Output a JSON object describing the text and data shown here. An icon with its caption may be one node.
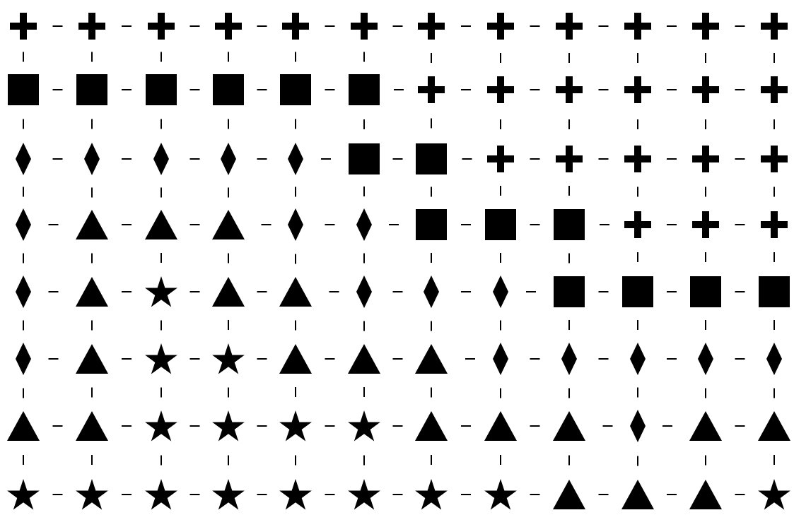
{
  "diagram": {
    "nodes": [
      {
        "text": [],
        "shape": "cross"
      },
      {
        "text": [],
        "shape": "cross"
      },
      {
        "text": [],
        "shape": "cross"
      },
      {
        "text": [],
        "shape": "cross"
      },
      {
        "text": [],
        "shape": "cross"
      },
      {
        "text": [],
        "shape": "cross"
      },
      {
        "text": [],
        "shape": "cross"
      },
      {
        "text": [],
        "shape": "cross"
      },
      {
        "text": [],
        "shape": "cross"
      },
      {
        "text": [],
        "shape": "cross"
      },
      {
        "text": [],
        "shape": "cross"
      },
      {
        "text": [],
        "shape": "cross"
      },
      {
        "text": [],
        "shape": "square"
      },
      {
        "text": [],
        "shape": "square"
      },
      {
        "text": [],
        "shape": "square"
      },
      {
        "text": [],
        "shape": "square"
      },
      {
        "text": [],
        "shape": "square"
      },
      {
        "text": [],
        "shape": "square"
      },
      {
        "text": [],
        "shape": "cross"
      },
      {
        "text": [],
        "shape": "cross"
      },
      {
        "text": [],
        "shape": "cross"
      },
      {
        "text": [],
        "shape": "cross"
      },
      {
        "text": [],
        "shape": "cross"
      },
      {
        "text": [],
        "shape": "cross"
      },
      {
        "text": [],
        "shape": "diamond"
      },
      {
        "text": [],
        "shape": "diamond"
      },
      {
        "text": [],
        "shape": "diamond"
      },
      {
        "text": [],
        "shape": "diamond"
      },
      {
        "text": [],
        "shape": "diamond"
      },
      {
        "text": [],
        "shape": "square"
      },
      {
        "text": [],
        "shape": "square"
      },
      {
        "text": [],
        "shape": "cross"
      },
      {
        "text": [],
        "shape": "cross"
      },
      {
        "text": [],
        "shape": "cross"
      },
      {
        "text": [],
        "shape": "cross"
      },
      {
        "text": [],
        "shape": "cross"
      },
      {
        "text": [],
        "shape": "diamond"
      },
      {
        "text": [],
        "shape": "triangle"
      },
      {
        "text": [],
        "shape": "triangle"
      },
      {
        "text": [],
        "shape": "triangle"
      },
      {
        "text": [],
        "shape": "diamond"
      },
      {
        "text": [],
        "shape": "diamond"
      },
      {
        "text": [],
        "shape": "square"
      },
      {
        "text": [],
        "shape": "square"
      },
      {
        "text": [],
        "shape": "square"
      },
      {
        "text": [],
        "shape": "cross"
      },
      {
        "text": [],
        "shape": "cross"
      },
      {
        "text": [],
        "shape": "cross"
      },
      {
        "text": [],
        "shape": "diamond"
      },
      {
        "text": [],
        "shape": "triangle"
      },
      {
        "text": [],
        "shape": "star"
      },
      {
        "text": [],
        "shape": "triangle"
      },
      {
        "text": [],
        "shape": "triangle"
      },
      {
        "text": [],
        "shape": "diamond"
      },
      {
        "text": [],
        "shape": "diamond"
      },
      {
        "text": [],
        "shape": "diamond"
      },
      {
        "text": [],
        "shape": "square"
      },
      {
        "text": [],
        "shape": "square"
      },
      {
        "text": [],
        "shape": "square"
      },
      {
        "text": [],
        "shape": "square"
      },
      {
        "text": [],
        "shape": "diamond"
      },
      {
        "text": [],
        "shape": "triangle"
      },
      {
        "text": [],
        "shape": "star"
      },
      {
        "text": [],
        "shape": "star"
      },
      {
        "text": [],
        "shape": "triangle"
      },
      {
        "text": [],
        "shape": "triangle"
      },
      {
        "text": [],
        "shape": "triangle"
      },
      {
        "text": [],
        "shape": "diamond"
      },
      {
        "text": [],
        "shape": "diamond"
      },
      {
        "text": [],
        "shape": "diamond"
      },
      {
        "text": [],
        "shape": "diamond"
      },
      {
        "text": [],
        "shape": "diamond"
      },
      {
        "text": [],
        "shape": "triangle"
      },
      {
        "text": [],
        "shape": "triangle"
      },
      {
        "text": [],
        "shape": "star"
      },
      {
        "text": [],
        "shape": "star"
      },
      {
        "text": [],
        "shape": "star"
      },
      {
        "text": [],
        "shape": "star"
      },
      {
        "text": [],
        "shape": "triangle"
      },
      {
        "text": [],
        "shape": "triangle"
      },
      {
        "text": [],
        "shape": "triangle"
      },
      {
        "text": [],
        "shape": "diamond"
      },
      {
        "text": [],
        "shape": "triangle"
      },
      {
        "text": [],
        "shape": "triangle"
      },
      {
        "text": [],
        "shape": "star"
      },
      {
        "text": [],
        "shape": "star"
      },
      {
        "text": [],
        "shape": "star"
      },
      {
        "text": [],
        "shape": "star"
      },
      {
        "text": [],
        "shape": "star"
      },
      {
        "text": [],
        "shape": "star"
      },
      {
        "text": [],
        "shape": "star"
      },
      {
        "text": [],
        "shape": "star"
      },
      {
        "text": [],
        "shape": "triangle"
      },
      {
        "text": [],
        "shape": "triangle"
      },
      {
        "text": [],
        "shape": "triangle"
      },
      {
        "text": [],
        "shape": "star"
      }
    ],
    "edges": [
      {
        "from": 0,
        "to": 1,
        "arrow": "none",
        "style": "dashed"
      },
      {
        "from": 1,
        "to": 2,
        "arrow": "none",
        "style": "dashed"
      },
      {
        "from": 2,
        "to": 3,
        "arrow": "none",
        "style": "dashed"
      },
      {
        "from": 3,
        "to": 4,
        "arrow": "none",
        "style": "dashed"
      },
      {
        "from": 4,
        "to": 5,
        "arrow": "none",
        "style": "dashed"
      },
      {
        "from": 5,
        "to": 6,
        "arrow": "none",
        "style": "dashed"
      },
      {
        "from": 6,
        "to": 7,
        "arrow": "none",
        "style": "dashed"
      },
      {
        "from": 7,
        "to": 8,
        "arrow": "none",
        "style": "dashed"
      },
      {
        "from": 8,
        "to": 9,
        "arrow": "none",
        "style": "dashed"
      },
      {
        "from": 9,
        "to": 10,
        "arrow": "none",
        "style": "dashed"
      },
      {
        "from": 10,
        "to": 11,
        "arrow": "none",
        "style": "dashed"
      },
      {
        "from": 12,
        "to": 13,
        "arrow": "none",
        "style": "dashed"
      },
      {
        "from": 13,
        "to": 14,
        "arrow": "none",
        "style": "dashed"
      },
      {
        "from": 14,
        "to": 15,
        "arrow": "none",
        "style": "dashed"
      },
      {
        "from": 15,
        "to": 16,
        "arrow": "none",
        "style": "dashed"
      },
      {
        "from": 16,
        "to": 17,
        "arrow": "none",
        "style": "dashed"
      },
      {
        "from": 17,
        "to": 18,
        "arrow": "none",
        "style": "dashed"
      },
      {
        "from": 18,
        "to": 19,
        "arrow": "none",
        "style": "dashed"
      },
      {
        "from": 19,
        "to": 20,
        "arrow": "none",
        "style": "dashed"
      },
      {
        "from": 20,
        "to": 21,
        "arrow": "none",
        "style": "dashed"
      },
      {
        "from": 21,
        "to": 22,
        "arrow": "none",
        "style": "dashed"
      },
      {
        "from": 22,
        "to": 23,
        "arrow": "none",
        "style": "dashed"
      },
      {
        "from": 24,
        "to": 25,
        "arrow": "none",
        "style": "dashed"
      },
      {
        "from": 25,
        "to": 26,
        "arrow": "none",
        "style": "dashed"
      },
      {
        "from": 26,
        "to": 27,
        "arrow": "none",
        "style": "dashed"
      },
      {
        "from": 27,
        "to": 28,
        "arrow": "none",
        "style": "dashed"
      },
      {
        "from": 28,
        "to": 29,
        "arrow": "none",
        "style": "dashed"
      },
      {
        "from": 29,
        "to": 30,
        "arrow": "none",
        "style": "dashed"
      },
      {
        "from": 30,
        "to": 31,
        "arrow": "none",
        "style": "dashed"
      },
      {
        "from": 31,
        "to": 32,
        "arrow": "none",
        "style": "dashed"
      },
      {
        "from": 32,
        "to": 33,
        "arrow": "none",
        "style": "dashed"
      },
      {
        "from": 33,
        "to": 34,
        "arrow": "none",
        "style": "dashed"
      },
      {
        "from": 34,
        "to": 35,
        "arrow": "none",
        "style": "dashed"
      },
      {
        "from": 36,
        "to": 37,
        "arrow": "none",
        "style": "dashed"
      },
      {
        "from": 37,
        "to": 38,
        "arrow": "none",
        "style": "dashed"
      },
      {
        "from": 38,
        "to": 39,
        "arrow": "none",
        "style": "dashed"
      },
      {
        "from": 39,
        "to": 40,
        "arrow": "none",
        "style": "dashed"
      },
      {
        "from": 40,
        "to": 41,
        "arrow": "none",
        "style": "dashed"
      },
      {
        "from": 41,
        "to": 42,
        "arrow": "none",
        "style": "dashed"
      },
      {
        "from": 42,
        "to": 43,
        "arrow": "none",
        "style": "dashed"
      },
      {
        "from": 43,
        "to": 44,
        "arrow": "none",
        "style": "dashed"
      },
      {
        "from": 44,
        "to": 45,
        "arrow": "none",
        "style": "dashed"
      },
      {
        "from": 45,
        "to": 46,
        "arrow": "none",
        "style": "dashed"
      },
      {
        "from": 46,
        "to": 47,
        "arrow": "none",
        "style": "dashed"
      },
      {
        "from": 48,
        "to": 49,
        "arrow": "none",
        "style": "dashed"
      },
      {
        "from": 49,
        "to": 50,
        "arrow": "none",
        "style": "dashed"
      },
      {
        "from": 50,
        "to": 51,
        "arrow": "none",
        "style": "dashed"
      },
      {
        "from": 51,
        "to": 52,
        "arrow": "none",
        "style": "dashed"
      },
      {
        "from": 52,
        "to": 53,
        "arrow": "none",
        "style": "dashed"
      },
      {
        "from": 53,
        "to": 54,
        "arrow": "none",
        "style": "dashed"
      },
      {
        "from": 54,
        "to": 55,
        "arrow": "none",
        "style": "dashed"
      },
      {
        "from": 55,
        "to": 56,
        "arrow": "none",
        "style": "dashed"
      },
      {
        "from": 56,
        "to": 57,
        "arrow": "none",
        "style": "dashed"
      },
      {
        "from": 57,
        "to": 58,
        "arrow": "none",
        "style": "dashed"
      },
      {
        "from": 58,
        "to": 59,
        "arrow": "none",
        "style": "dashed"
      },
      {
        "from": 60,
        "to": 61,
        "arrow": "none",
        "style": "dashed"
      },
      {
        "from": 61,
        "to": 62,
        "arrow": "none",
        "style": "dashed"
      },
      {
        "from": 62,
        "to": 63,
        "arrow": "none",
        "style": "dashed"
      },
      {
        "from": 63,
        "to": 64,
        "arrow": "none",
        "style": "dashed"
      },
      {
        "from": 64,
        "to": 65,
        "arrow": "none",
        "style": "dashed"
      },
      {
        "from": 65,
        "to": 66,
        "arrow": "none",
        "style": "dashed"
      },
      {
        "from": 66,
        "to": 67,
        "arrow": "none",
        "style": "dashed"
      },
      {
        "from": 67,
        "to": 68,
        "arrow": "none",
        "style": "dashed"
      },
      {
        "from": 68,
        "to": 69,
        "arrow": "none",
        "style": "dashed"
      },
      {
        "from": 69,
        "to": 70,
        "arrow": "none",
        "style": "dashed"
      },
      {
        "from": 70,
        "to": 71,
        "arrow": "none",
        "style": "dashed"
      },
      {
        "from": 72,
        "to": 73,
        "arrow": "none",
        "style": "dashed"
      },
      {
        "from": 73,
        "to": 74,
        "arrow": "none",
        "style": "dashed"
      },
      {
        "from": 74,
        "to": 75,
        "arrow": "none",
        "style": "dashed"
      },
      {
        "from": 75,
        "to": 76,
        "arrow": "none",
        "style": "dashed"
      },
      {
        "from": 76,
        "to": 77,
        "arrow": "none",
        "style": "dashed"
      },
      {
        "from": 77,
        "to": 78,
        "arrow": "none",
        "style": "dashed"
      },
      {
        "from": 78,
        "to": 79,
        "arrow": "none",
        "style": "dashed"
      },
      {
        "from": 79,
        "to": 80,
        "arrow": "none",
        "style": "dashed"
      },
      {
        "from": 80,
        "to": 81,
        "arrow": "none",
        "style": "dashed"
      },
      {
        "from": 81,
        "to": 82,
        "arrow": "none",
        "style": "dashed"
      },
      {
        "from": 82,
        "to": 83,
        "arrow": "none",
        "style": "dashed"
      },
      {
        "from": 84,
        "to": 85,
        "arrow": "none",
        "style": "dashed"
      },
      {
        "from": 85,
        "to": 86,
        "arrow": "none",
        "style": "dashed"
      },
      {
        "from": 86,
        "to": 87,
        "arrow": "none",
        "style": "dashed"
      },
      {
        "from": 87,
        "to": 88,
        "arrow": "none",
        "style": "dashed"
      },
      {
        "from": 88,
        "to": 89,
        "arrow": "none",
        "style": "dashed"
      },
      {
        "from": 89,
        "to": 90,
        "arrow": "none",
        "style": "dashed"
      },
      {
        "from": 90,
        "to": 91,
        "arrow": "none",
        "style": "dashed"
      },
      {
        "from": 91,
        "to": 92,
        "arrow": "none",
        "style": "dashed"
      },
      {
        "from": 92,
        "to": 93,
        "arrow": "none",
        "style": "dashed"
      },
      {
        "from": 93,
        "to": 94,
        "arrow": "none",
        "style": "dashed"
      },
      {
        "from": 94,
        "to": 95,
        "arrow": "none",
        "style": "dashed"
      },
      {
        "from": 0,
        "to": 12,
        "arrow": "none",
        "style": "dashed"
      },
      {
        "from": 1,
        "to": 13,
        "arrow": "none",
        "style": "dashed"
      },
      {
        "from": 2,
        "to": 14,
        "arrow": "none",
        "style": "dashed"
      },
      {
        "from": 3,
        "to": 15,
        "arrow": "none",
        "style": "dashed"
      },
      {
        "from": 4,
        "to": 16,
        "arrow": "none",
        "style": "dashed"
      },
      {
        "from": 5,
        "to": 17,
        "arrow": "none",
        "style": "dashed"
      },
      {
        "from": 6,
        "to": 18,
        "arrow": "none",
        "style": "dashed"
      },
      {
        "from": 7,
        "to": 19,
        "arrow": "none",
        "style": "dashed"
      },
      {
        "from": 8,
        "to": 20,
        "arrow": "none",
        "style": "dashed"
      },
      {
        "from": 9,
        "to": 21,
        "arrow": "none",
        "style": "dashed"
      },
      {
        "from": 10,
        "to": 22,
        "arrow": "none",
        "style": "dashed"
      },
      {
        "from": 11,
        "to": 23,
        "arrow": "none",
        "style": "dashed"
      },
      {
        "from": 12,
        "to": 24,
        "arrow": "none",
        "style": "dashed"
      },
      {
        "from": 13,
        "to": 25,
        "arrow": "none",
        "style": "dashed"
      },
      {
        "from": 14,
        "to": 26,
        "arrow": "none",
        "style": "dashed"
      },
      {
        "from": 15,
        "to": 27,
        "arrow": "none",
        "style": "dashed"
      },
      {
        "from": 16,
        "to": 28,
        "arrow": "none",
        "style": "dashed"
      },
      {
        "from": 17,
        "to": 29,
        "arrow": "none",
        "style": "dashed"
      },
      {
        "from": 18,
        "to": 30,
        "arrow": "none",
        "style": "dashed"
      },
      {
        "from": 19,
        "to": 31,
        "arrow": "none",
        "style": "dashed"
      },
      {
        "from": 20,
        "to": 32,
        "arrow": "none",
        "style": "dashed"
      },
      {
        "from": 21,
        "to": 33,
        "arrow": "none",
        "style": "dashed"
      },
      {
        "from": 22,
        "to": 34,
        "arrow": "none",
        "style": "dashed"
      },
      {
        "from": 23,
        "to": 35,
        "arrow": "none",
        "style": "dashed"
      },
      {
        "from": 24,
        "to": 36,
        "arrow": "none",
        "style": "dashed"
      },
      {
        "from": 25,
        "to": 37,
        "arrow": "none",
        "style": "dashed"
      },
      {
        "from": 26,
        "to": 38,
        "arrow": "none",
        "style": "dashed"
      },
      {
        "from": 27,
        "to": 39,
        "arrow": "none",
        "style": "dashed"
      },
      {
        "from": 28,
        "to": 40,
        "arrow": "none",
        "style": "dashed"
      },
      {
        "from": 29,
        "to": 41,
        "arrow": "none",
        "style": "dashed"
      },
      {
        "from": 30,
        "to": 42,
        "arrow": "none",
        "style": "dashed"
      },
      {
        "from": 31,
        "to": 43,
        "arrow": "none",
        "style": "dashed"
      },
      {
        "from": 32,
        "to": 44,
        "arrow": "none",
        "style": "dashed"
      },
      {
        "from": 33,
        "to": 45,
        "arrow": "none",
        "style": "dashed"
      },
      {
        "from": 34,
        "to": 46,
        "arrow": "none",
        "style": "dashed"
      },
      {
        "from": 35,
        "to": 47,
        "arrow": "none",
        "style": "dashed"
      },
      {
        "from": 36,
        "to": 48,
        "arrow": "none",
        "style": "dashed"
      },
      {
        "from": 37,
        "to": 49,
        "arrow": "none",
        "style": "dashed"
      },
      {
        "from": 38,
        "to": 50,
        "arrow": "none",
        "style": "dashed"
      },
      {
        "from": 39,
        "to": 51,
        "arrow": "none",
        "style": "dashed"
      },
      {
        "from": 40,
        "to": 52,
        "arrow": "none",
        "style": "dashed"
      },
      {
        "from": 41,
        "to": 53,
        "arrow": "none",
        "style": "dashed"
      },
      {
        "from": 42,
        "to": 54,
        "arrow": "none",
        "style": "dashed"
      },
      {
        "from": 43,
        "to": 55,
        "arrow": "none",
        "style": "dashed"
      },
      {
        "from": 44,
        "to": 56,
        "arrow": "none",
        "style": "dashed"
      },
      {
        "from": 45,
        "to": 57,
        "arrow": "none",
        "style": "dashed"
      },
      {
        "from": 46,
        "to": 58,
        "arrow": "none",
        "style": "dashed"
      },
      {
        "from": 47,
        "to": 59,
        "arrow": "none",
        "style": "dashed"
      },
      {
        "from": 48,
        "to": 60,
        "arrow": "none",
        "style": "dashed"
      },
      {
        "from": 49,
        "to": 61,
        "arrow": "none",
        "style": "dashed"
      },
      {
        "from": 50,
        "to": 62,
        "arrow": "none",
        "style": "dashed"
      },
      {
        "from": 51,
        "to": 63,
        "arrow": "none",
        "style": "dashed"
      },
      {
        "from": 52,
        "to": 64,
        "arrow": "none",
        "style": "dashed"
      },
      {
        "from": 53,
        "to": 65,
        "arrow": "none",
        "style": "dashed"
      },
      {
        "from": 54,
        "to": 66,
        "arrow": "none",
        "style": "dashed"
      },
      {
        "from": 55,
        "to": 67,
        "arrow": "none",
        "style": "dashed"
      },
      {
        "from": 56,
        "to": 68,
        "arrow": "none",
        "style": "dashed"
      },
      {
        "from": 57,
        "to": 69,
        "arrow": "none",
        "style": "dashed"
      },
      {
        "from": 58,
        "to": 70,
        "arrow": "none",
        "style": "dashed"
      },
      {
        "from": 59,
        "to": 71,
        "arrow": "none",
        "style": "dashed"
      },
      {
        "from": 60,
        "to": 72,
        "arrow": "none",
        "style": "dashed"
      },
      {
        "from": 61,
        "to": 73,
        "arrow": "none",
        "style": "dashed"
      },
      {
        "from": 62,
        "to": 74,
        "arrow": "none",
        "style": "dashed"
      },
      {
        "from": 63,
        "to": 75,
        "arrow": "none",
        "style": "dashed"
      },
      {
        "from": 64,
        "to": 76,
        "arrow": "none",
        "style": "dashed"
      },
      {
        "from": 65,
        "to": 77,
        "arrow": "none",
        "style": "dashed"
      },
      {
        "from": 66,
        "to": 78,
        "arrow": "none",
        "style": "dashed"
      },
      {
        "from": 67,
        "to": 79,
        "arrow": "none",
        "style": "dashed"
      },
      {
        "from": 68,
        "to": 80,
        "arrow": "none",
        "style": "dashed"
      },
      {
        "from": 69,
        "to": 81,
        "arrow": "none",
        "style": "dashed"
      },
      {
        "from": 70,
        "to": 82,
        "arrow": "none",
        "style": "dashed"
      },
      {
        "from": 71,
        "to": 83,
        "arrow": "none",
        "style": "dashed"
      },
      {
        "from": 72,
        "to": 84,
        "arrow": "none",
        "style": "dashed"
      },
      {
        "from": 73,
        "to": 85,
        "arrow": "none",
        "style": "dashed"
      },
      {
        "from": 74,
        "to": 86,
        "arrow": "none",
        "style": "dashed"
      },
      {
        "from": 75,
        "to": 87,
        "arrow": "none",
        "style": "dashed"
      },
      {
        "from": 76,
        "to": 88,
        "arrow": "none",
        "style": "dashed"
      },
      {
        "from": 77,
        "to": 89,
        "arrow": "none",
        "style": "dashed"
      },
      {
        "from": 78,
        "to": 90,
        "arrow": "none",
        "style": "dashed"
      },
      {
        "from": 79,
        "to": 91,
        "arrow": "none",
        "style": "dashed"
      },
      {
        "from": 80,
        "to": 92,
        "arrow": "none",
        "style": "dashed"
      },
      {
        "from": 81,
        "to": 93,
        "arrow": "none",
        "style": "dashed"
      },
      {
        "from": 82,
        "to": 94,
        "arrow": "none",
        "style": "dashed"
      },
      {
        "from": 83,
        "to": 95,
        "arrow": "none",
        "style": "dashed"
      }
    ]
  }
}
